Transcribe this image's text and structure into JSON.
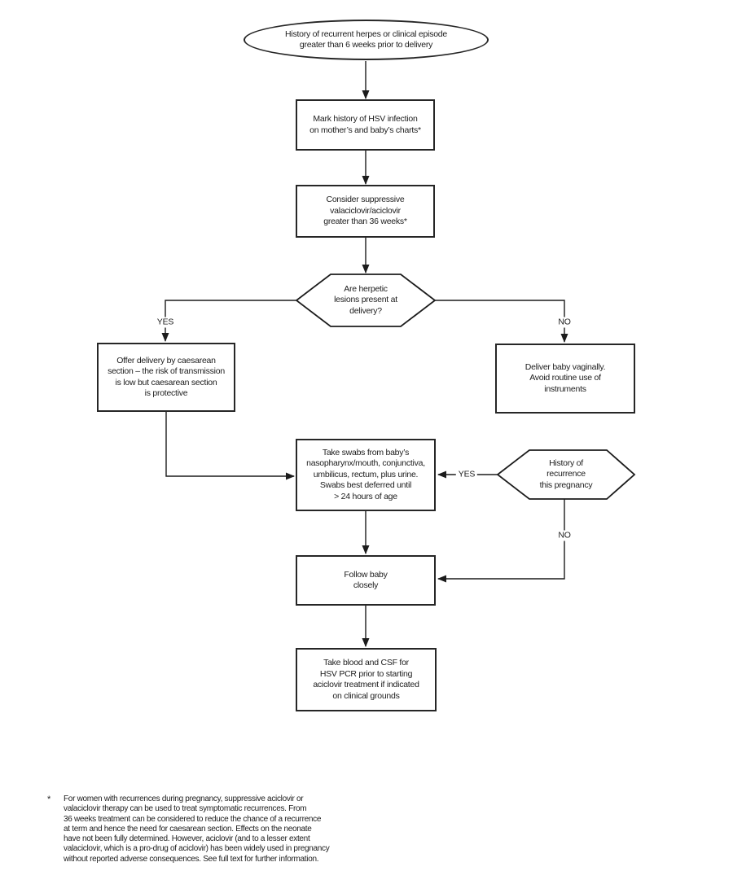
{
  "flowchart": {
    "start": {
      "text": "History of recurrent herpes or clinical episode\ngreater than 6 weeks prior to delivery"
    },
    "mark_history": {
      "text": "Mark history of HSV infection\non mother’s and baby’s charts*"
    },
    "suppressive": {
      "text": "Consider suppressive\nvalaciclovir/aciclovir\ngreater than 36 weeks*"
    },
    "lesions_decision": {
      "text": "Are herpetic\nlesions present at\ndelivery?",
      "yes": "YES",
      "no": "NO"
    },
    "caesarean": {
      "text": "Offer delivery by caesarean\nsection – the risk of transmission\nis low but caesarean section\nis protective"
    },
    "vaginal": {
      "text": "Deliver baby vaginally.\nAvoid routine use of\ninstruments"
    },
    "swabs": {
      "text": "Take swabs from baby’s\nnasopharynx/mouth, conjunctiva,\numbilicus, rectum, plus urine.\nSwabs best deferred until\n> 24 hours of age"
    },
    "recurrence_decision": {
      "text": "History of\nrecurrence\nthis pregnancy",
      "yes": "YES",
      "no": "NO"
    },
    "follow_baby": {
      "text": "Follow baby\nclosely"
    },
    "blood_csf": {
      "text": "Take blood and CSF for\nHSV PCR prior to starting\naciclovir treatment if indicated\non clinical grounds"
    }
  },
  "footnote": {
    "marker": "*",
    "text": "For women with recurrences during pregnancy, suppressive aciclovir or\nvalaciclovir therapy can be used to treat symptomatic recurrences. From\n36 weeks treatment can be considered to reduce the chance of a recurrence\nat term and hence the need for caesarean section. Effects on the neonate\nhave not been fully determined. However, aciclovir (and to a lesser extent\nvalaciclovir, which is a pro-drug of aciclovir) has been widely used in pregnancy\nwithout reported adverse consequences. See full text for further information."
  },
  "colors": {
    "line": "#1c1c1c",
    "background": "#ffffff"
  }
}
